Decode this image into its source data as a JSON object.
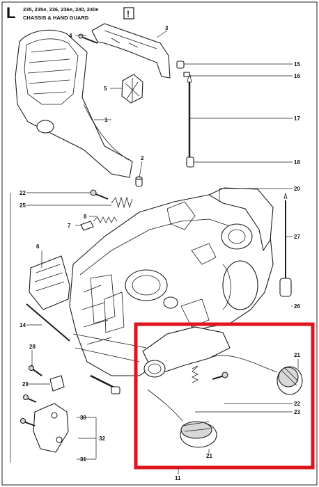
{
  "header": {
    "section_letter": "L",
    "models": "235, 235e, 236, 236e, 240, 240e",
    "title": "CHASSIS & HAND GUARD"
  },
  "callouts": {
    "c1": "1",
    "c2": "2",
    "c3": "3",
    "c4": "4",
    "c5": "5",
    "c6": "6",
    "c7": "7",
    "c8": "8",
    "c11": "11",
    "c14": "14",
    "c15": "15",
    "c16": "16",
    "c17": "17",
    "c18": "18",
    "c20": "20",
    "c21a": "21",
    "c21b": "21",
    "c22a": "22",
    "c22b": "22",
    "c23": "23",
    "c25": "25",
    "c26": "26",
    "c27": "27",
    "c28": "28",
    "c29": "29",
    "c30": "30",
    "c31": "31",
    "c32": "32"
  },
  "highlight": {
    "color": "#e0141e"
  }
}
